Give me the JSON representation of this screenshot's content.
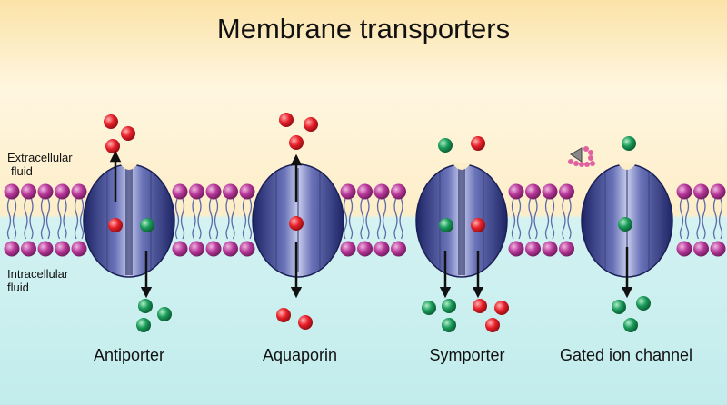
{
  "title": "Membrane transporters",
  "labels": {
    "extracellular_line1": "Extracellular",
    "extracellular_line2": "fluid",
    "intracellular_line1": "Intracellular",
    "intracellular_line2": "fluid"
  },
  "transporters": [
    {
      "name": "Antiporter"
    },
    {
      "name": "Aquaporin"
    },
    {
      "name": "Symporter"
    },
    {
      "name": "Gated ion channel"
    }
  ],
  "colors": {
    "extracellular_bg": "#fdeec8",
    "intracellular_bg": "#c8eeee",
    "lipid_head": "#b0338f",
    "lipid_tail": "#5c6aa8",
    "protein": "#2d3580",
    "molecule_red": "#e8202a",
    "molecule_green": "#1a9a5a",
    "arrow": "#111111"
  }
}
